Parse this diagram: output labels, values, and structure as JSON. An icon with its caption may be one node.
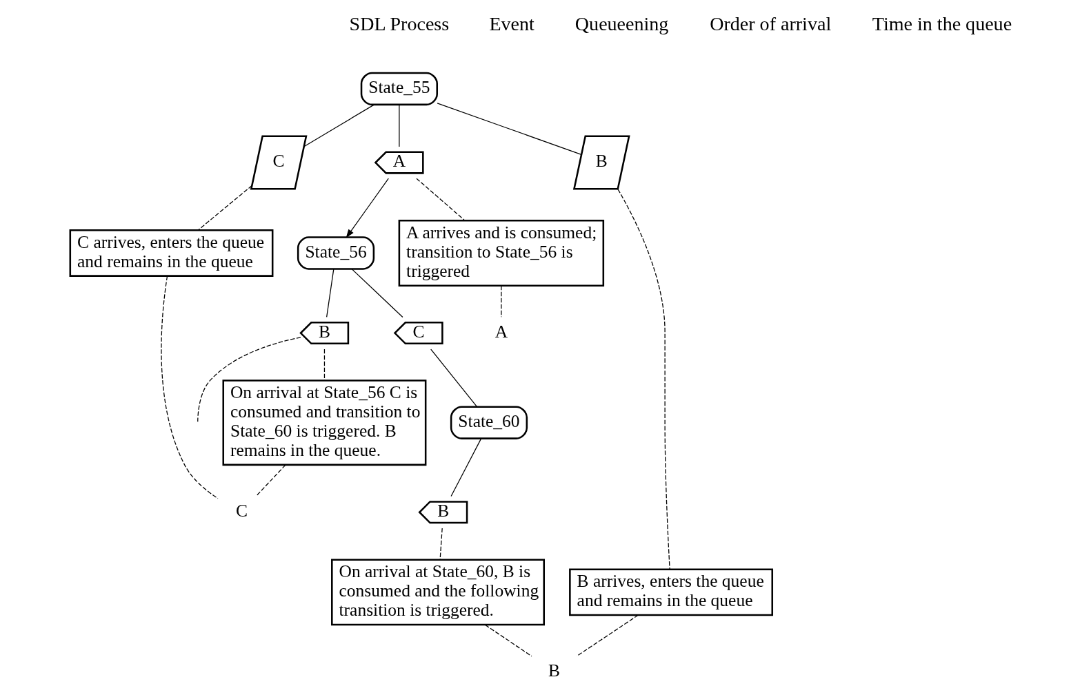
{
  "diagram": {
    "nodes": [
      {
        "text": [
          "State_55"
        ]
      },
      {
        "text": [
          "A"
        ]
      },
      {
        "text": [
          "B"
        ]
      },
      {
        "text": [
          "C"
        ]
      },
      {
        "text": [
          "State_56"
        ]
      },
      {
        "text": [
          "C"
        ]
      },
      {
        "text": [
          "B"
        ]
      },
      {
        "text": [
          "State_60"
        ]
      },
      {
        "text": [
          "B"
        ]
      },
      {
        "text": [
          "C arrives, enters the queue and remains in the queue"
        ]
      },
      {
        "text": [
          "B arrives, enters the queue and remains in the queue"
        ]
      },
      {
        "text": [
          "A arrives and is consumed; transition to State_56 is triggered"
        ]
      },
      {
        "text": [
          "On arrival at State_56 C is consumed and transition to State_60 is triggered. B remains in the queue."
        ]
      },
      {
        "text": [
          "On arrival at State_60, B is consumed and the following transition is triggered."
        ]
      },
      {
        "text": [
          "C"
        ]
      },
      {
        "text": [
          "B"
        ]
      },
      {
        "text": [
          "A"
        ]
      }
    ],
    "edges": [
      {
        "from": 0,
        "to": 1,
        "arrow": "none"
      },
      {
        "from": 0,
        "to": 2,
        "arrow": "none"
      },
      {
        "from": 0,
        "to": 3,
        "arrow": "none"
      },
      {
        "from": 1,
        "to": 4,
        "arrow": "to"
      },
      {
        "from": 4,
        "to": 5,
        "arrow": "none"
      },
      {
        "from": 4,
        "to": 6,
        "arrow": "none"
      },
      {
        "from": 5,
        "to": 7,
        "arrow": "none"
      },
      {
        "from": 7,
        "to": 8,
        "arrow": "none"
      },
      {
        "from": 6,
        "to": null,
        "arrow": "none",
        "style": "dashed"
      },
      {
        "from": 3,
        "to": 9,
        "arrow": "none",
        "style": "dashed"
      },
      {
        "from": 2,
        "to": 10,
        "arrow": "none",
        "style": "dashed"
      },
      {
        "from": 1,
        "to": 11,
        "arrow": "none",
        "style": "dashed"
      },
      {
        "from": 6,
        "to": 12,
        "arrow": "none",
        "style": "dashed"
      },
      {
        "from": 8,
        "to": 13,
        "arrow": "none",
        "style": "dashed"
      },
      {
        "from": 9,
        "to": 14,
        "arrow": "none",
        "style": "dashed"
      },
      {
        "from": 12,
        "to": 14,
        "arrow": "none",
        "style": "dashed"
      },
      {
        "from": 10,
        "to": 15,
        "arrow": "none",
        "style": "dashed"
      },
      {
        "from": 13,
        "to": 15,
        "arrow": "none",
        "style": "dashed"
      },
      {
        "from": 11,
        "to": 16,
        "arrow": "none",
        "style": "dashed"
      }
    ],
    "labels": [
      "SDL Process",
      "Event",
      "Queueening",
      "Order of arrival",
      "Time in the queue"
    ]
  }
}
